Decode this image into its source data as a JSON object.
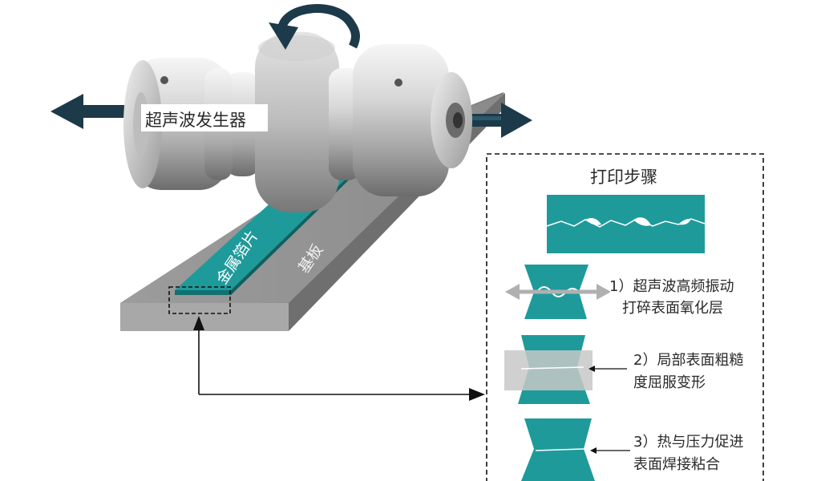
{
  "diagram": {
    "generator_label": "超声波发生器",
    "foil_label": "金属箔片",
    "substrate_label": "基板",
    "steps_title": "打印步骤",
    "steps": [
      {
        "line1": "1）超声波高频振动",
        "line2": "打碎表面氧化层"
      },
      {
        "line1": "2）局部表面粗糙",
        "line2": "度屈服变形"
      },
      {
        "line1": "3）热与压力促进",
        "line2": "表面焊接粘合"
      }
    ],
    "colors": {
      "teal": "#1f9a9a",
      "dark_arrow": "#1c3a4a",
      "substrate": "#9a9a9a",
      "metal_light": "#e8e8e8",
      "metal_dark": "#8c8c8c"
    }
  }
}
